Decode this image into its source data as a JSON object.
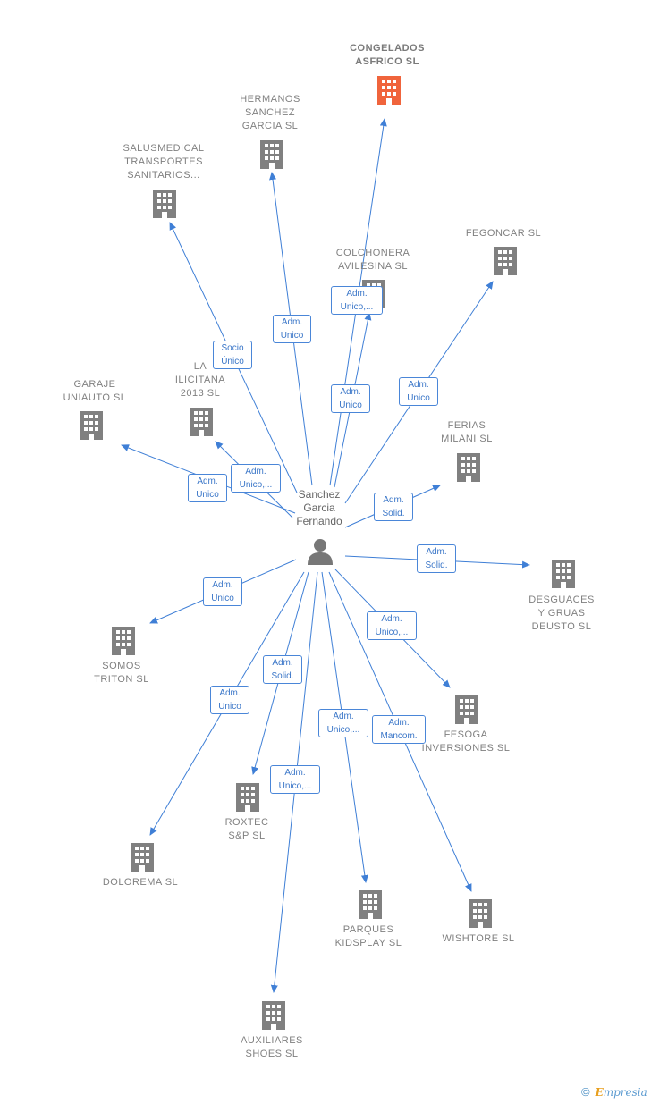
{
  "colors": {
    "edge": "#3f7fd6",
    "building": "#808080",
    "main_building": "#f0643c",
    "person": "#777777"
  },
  "person": {
    "name": "Sanchez\nGarcia\nFernando",
    "icon": "person-icon"
  },
  "companies": [
    {
      "id": "congelados",
      "name": "CONGELADOS\nASFRICO  SL",
      "main": true,
      "icon": "building-icon"
    },
    {
      "id": "hermanos",
      "name": "HERMANOS\nSANCHEZ\nGARCIA SL",
      "icon": "building-icon"
    },
    {
      "id": "salusmedical",
      "name": "SALUSMEDICAL\nTRANSPORTES\nSANITARIOS...",
      "icon": "building-icon"
    },
    {
      "id": "colchonera",
      "name": "COLCHONERA\nAVILESINA SL",
      "icon": "building-icon"
    },
    {
      "id": "fegoncar",
      "name": "FEGONCAR SL",
      "icon": "building-icon"
    },
    {
      "id": "garaje",
      "name": "GARAJE\nUNIAUTO  SL",
      "icon": "building-icon"
    },
    {
      "id": "ilicitana",
      "name": "LA\nILICITANA\n2013  SL",
      "icon": "building-icon"
    },
    {
      "id": "ferias",
      "name": "FERIAS\nMILANI  SL",
      "icon": "building-icon"
    },
    {
      "id": "desguaces",
      "name": "DESGUACES\nY GRUAS\nDEUSTO SL",
      "icon": "building-icon"
    },
    {
      "id": "somos",
      "name": "SOMOS\nTRITON  SL",
      "icon": "building-icon"
    },
    {
      "id": "fesoga",
      "name": "FESOGA\nINVERSIONES SL",
      "icon": "building-icon"
    },
    {
      "id": "roxtec",
      "name": "ROXTEC\nS&P  SL",
      "icon": "building-icon"
    },
    {
      "id": "dolorema",
      "name": "DOLOREMA SL",
      "icon": "building-icon"
    },
    {
      "id": "parques",
      "name": "PARQUES\nKIDSPLAY  SL",
      "icon": "building-icon"
    },
    {
      "id": "wishtore",
      "name": "WISHTORE  SL",
      "icon": "building-icon"
    },
    {
      "id": "auxiliares",
      "name": "AUXILIARES\nSHOES  SL",
      "icon": "building-icon"
    }
  ],
  "edges": [
    {
      "to": "congelados",
      "label": "Adm.\nUnico,..."
    },
    {
      "to": "hermanos",
      "label": "Adm.\nUnico"
    },
    {
      "to": "salusmedical",
      "label": "Socio\nÚnico"
    },
    {
      "to": "colchonera",
      "label": "Adm.\nUnico"
    },
    {
      "to": "fegoncar",
      "label": "Adm.\nUnico"
    },
    {
      "to": "garaje",
      "label": "Adm.\nUnico"
    },
    {
      "to": "ilicitana",
      "label": "Adm.\nUnico,..."
    },
    {
      "to": "ferias",
      "label": "Adm.\nSolid."
    },
    {
      "to": "desguaces",
      "label": "Adm.\nSolid."
    },
    {
      "to": "somos",
      "label": "Adm.\nUnico"
    },
    {
      "to": "fesoga",
      "label": "Adm.\nUnico,..."
    },
    {
      "to": "roxtec",
      "label": "Adm.\nSolid."
    },
    {
      "to": "dolorema",
      "label": "Adm.\nUnico"
    },
    {
      "to": "parques",
      "label": "Adm.\nUnico,..."
    },
    {
      "to": "wishtore",
      "label": "Adm.\nMancom."
    },
    {
      "to": "auxiliares",
      "label": "Adm.\nUnico,..."
    }
  ],
  "brand": {
    "copyright": "©",
    "initial": "E",
    "rest": "mpresia"
  }
}
